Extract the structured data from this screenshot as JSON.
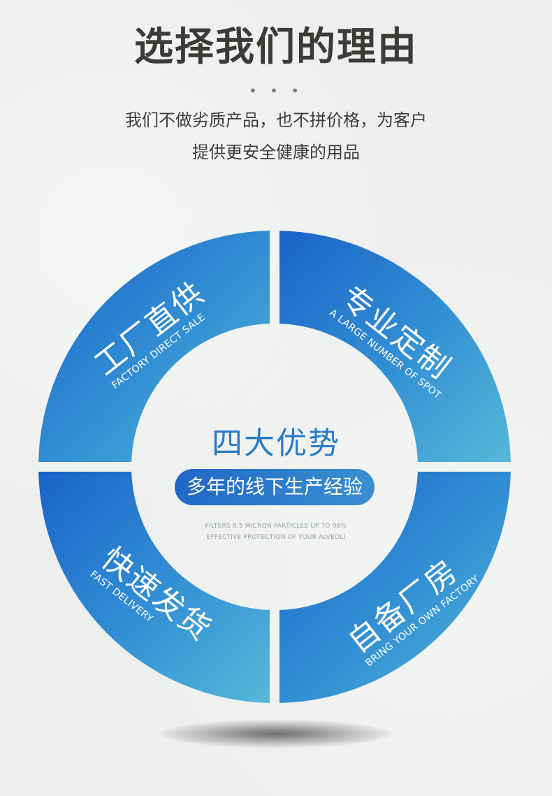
{
  "header": {
    "title": "选择我们的理由",
    "dots": "• • •",
    "subtitle_line1": "我们不做劣质产品，也不拼价格，为客户",
    "subtitle_line2": "提供更安全健康的用品"
  },
  "center": {
    "title": "四大优势",
    "pill": "多年的线下生产经验",
    "en_line1": "FILTERS 0.5 MICRON PARTICLES UP TO 98%",
    "en_line2": "EFFECTIVE PROTECTION OF YOUR ALVEOLI"
  },
  "quadrants": [
    {
      "zh": "工厂直供",
      "en": "FACTORY DIRECT SALE"
    },
    {
      "zh": "专业定制",
      "en": "A LARGE NUMBER OF SPOT"
    },
    {
      "zh": "快速发货",
      "en": "FAST DELIVERY"
    },
    {
      "zh": "自备厂房",
      "en": "BRING YOUR OWN FACTORY"
    }
  ],
  "colors": {
    "ring_top_left": "#1a6acb",
    "ring_bottom_right": "#4fb4d6",
    "title_text": "#3b3b37",
    "center_title": "#2a7bc8"
  }
}
